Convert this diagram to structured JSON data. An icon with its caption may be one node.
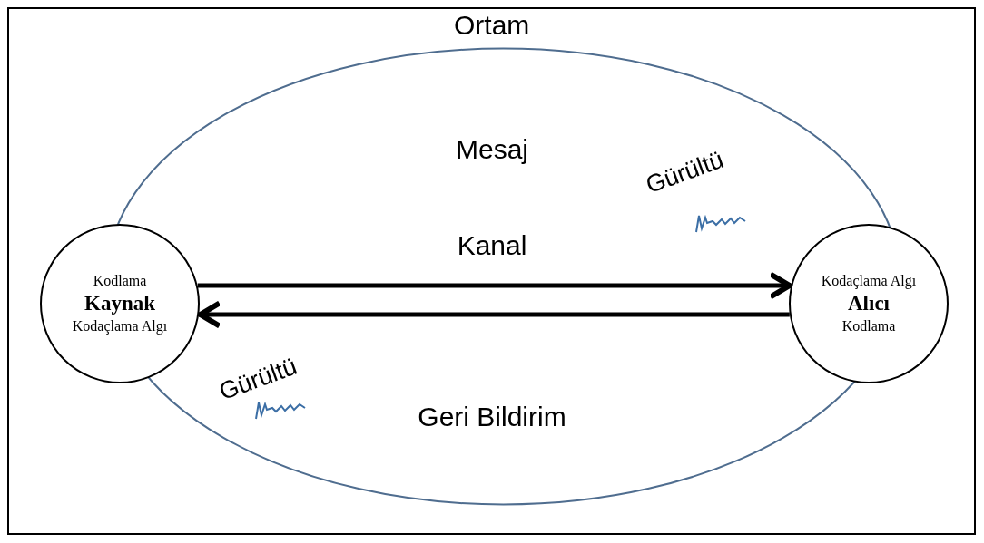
{
  "diagram": {
    "nodes": [
      {
        "text": [
          "Ortam"
        ]
      },
      {
        "text": [
          "Kodlama",
          "Kaynak",
          "Kodaçlama Algı"
        ],
        "in": 0
      },
      {
        "text": [
          "Kodaçlama Algı",
          "Alıcı",
          "Kodlama"
        ],
        "in": 0
      }
    ],
    "edges": [
      {
        "from": 1,
        "to": 2,
        "arrow": "to"
      },
      {
        "from": 2,
        "to": 1,
        "arrow": "to"
      }
    ],
    "labels": [
      "Mesaj",
      "Gürültü",
      "Kanal",
      "Gürültü",
      "Geri Bildirim"
    ]
  }
}
